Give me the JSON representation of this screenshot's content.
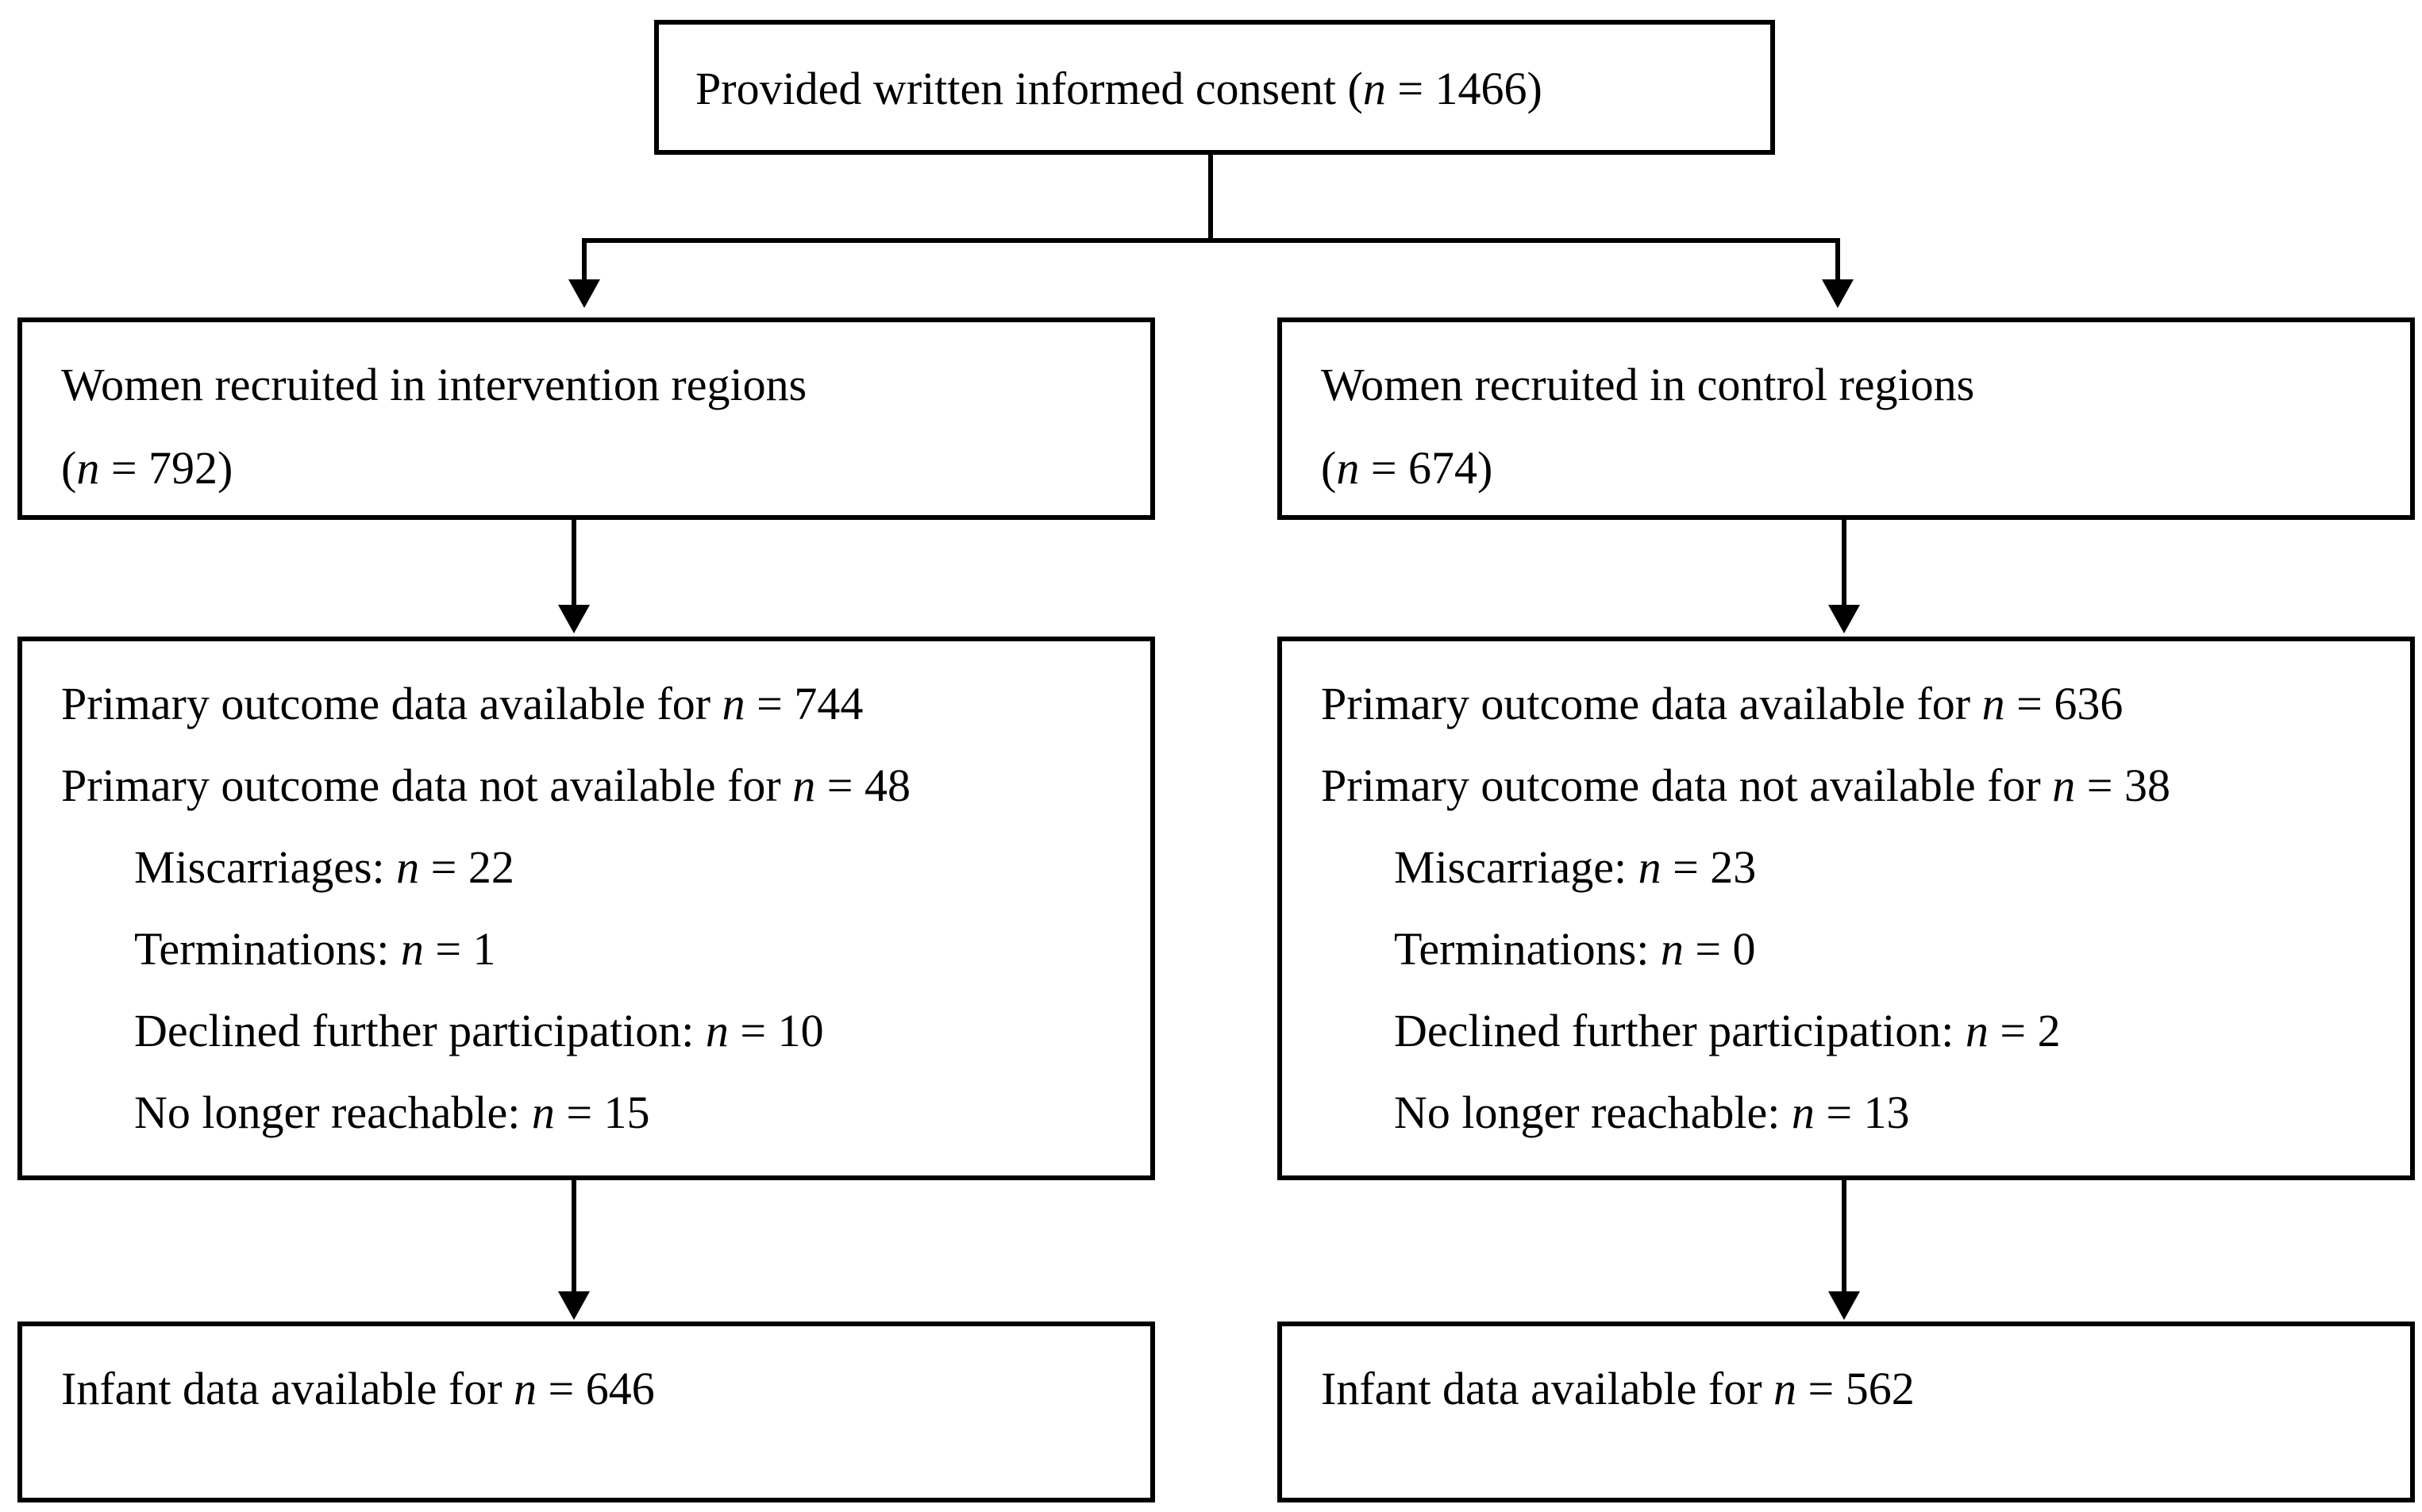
{
  "top": {
    "text": "Provided written informed consent (",
    "n_label": "n",
    "tail": " = 1466)"
  },
  "intervention": {
    "recruited_line1": "Women recruited in intervention regions",
    "recruited_open": "(",
    "recruited_n_label": "n",
    "recruited_tail": " = 792)",
    "available_text": "Primary outcome data available for ",
    "available_n_label": "n",
    "available_tail": " = 744",
    "not_available_text": "Primary outcome data not available for ",
    "not_available_n_label": "n",
    "not_available_tail": " = 48",
    "reasons": [
      {
        "label": "Miscarriages: ",
        "n_label": "n",
        "tail": " = 22"
      },
      {
        "label": "Terminations: ",
        "n_label": "n",
        "tail": " = 1"
      },
      {
        "label": "Declined further participation: ",
        "n_label": "n",
        "tail": " = 10"
      },
      {
        "label": "No longer reachable: ",
        "n_label": "n",
        "tail": " = 15"
      }
    ],
    "infant_text": "Infant data available for ",
    "infant_n_label": "n",
    "infant_tail": " = 646"
  },
  "control": {
    "recruited_line1": "Women recruited in control regions",
    "recruited_open": "(",
    "recruited_n_label": "n",
    "recruited_tail": " = 674)",
    "available_text": "Primary outcome data available for ",
    "available_n_label": "n",
    "available_tail": " = 636",
    "not_available_text": "Primary outcome data not available for ",
    "not_available_n_label": "n",
    "not_available_tail": " = 38",
    "reasons": [
      {
        "label": "Miscarriage: ",
        "n_label": "n",
        "tail": " = 23"
      },
      {
        "label": "Terminations: ",
        "n_label": "n",
        "tail": " = 0"
      },
      {
        "label": "Declined further participation: ",
        "n_label": "n",
        "tail": " = 2"
      },
      {
        "label": "No longer reachable: ",
        "n_label": "n",
        "tail": " = 13"
      }
    ],
    "infant_text": "Infant data available for ",
    "infant_n_label": "n",
    "infant_tail": " = 562"
  }
}
